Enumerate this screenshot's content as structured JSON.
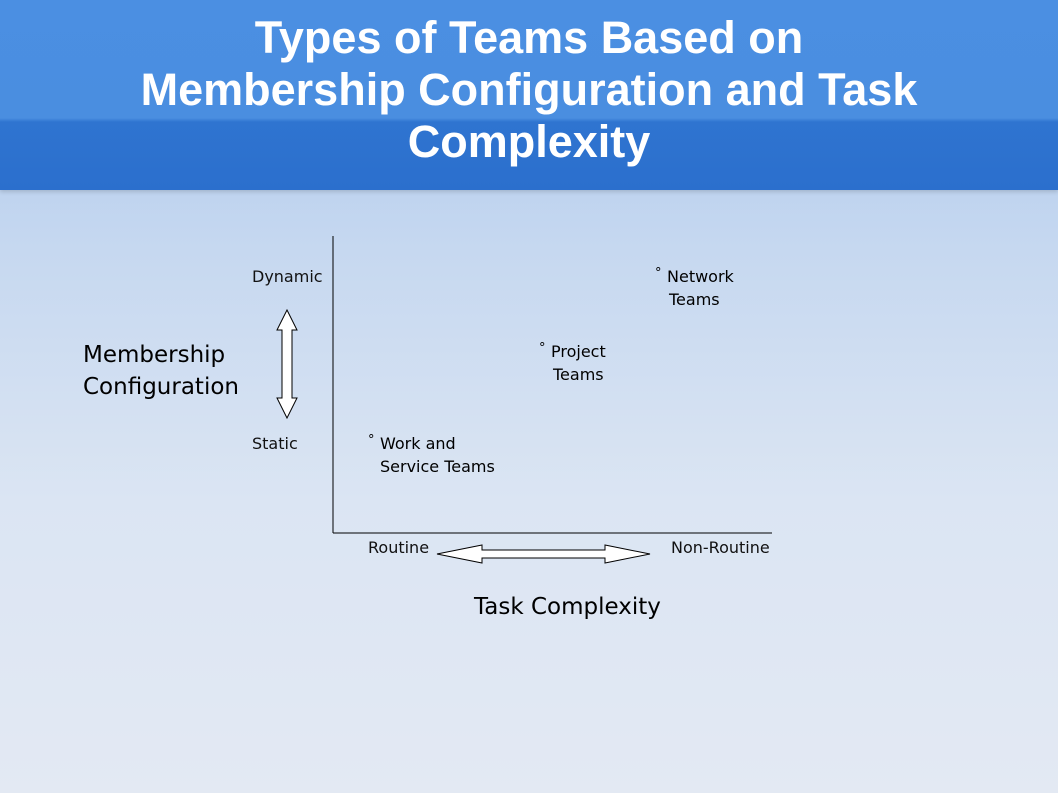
{
  "header": {
    "title_lines": [
      "Types of Teams Based on",
      "Membership Configuration and Task",
      "Complexity"
    ]
  },
  "diagram": {
    "y_axis": {
      "title_lines": [
        "Membership",
        "Configuration"
      ],
      "top_label": "Dynamic",
      "bottom_label": "Static"
    },
    "x_axis": {
      "title": "Task Complexity",
      "left_label": "Routine",
      "right_label": "Non-Routine"
    },
    "teams": [
      {
        "bullet": "°",
        "lines": [
          "Work and",
          "Service Teams"
        ]
      },
      {
        "bullet": "°",
        "lines": [
          "Project",
          "Teams"
        ]
      },
      {
        "bullet": "°",
        "lines": [
          "Network",
          "Teams"
        ]
      }
    ],
    "colors": {
      "header": "#4a8ee0",
      "header_dark": "#2b6fcd",
      "title_text": "#ffffff"
    }
  }
}
